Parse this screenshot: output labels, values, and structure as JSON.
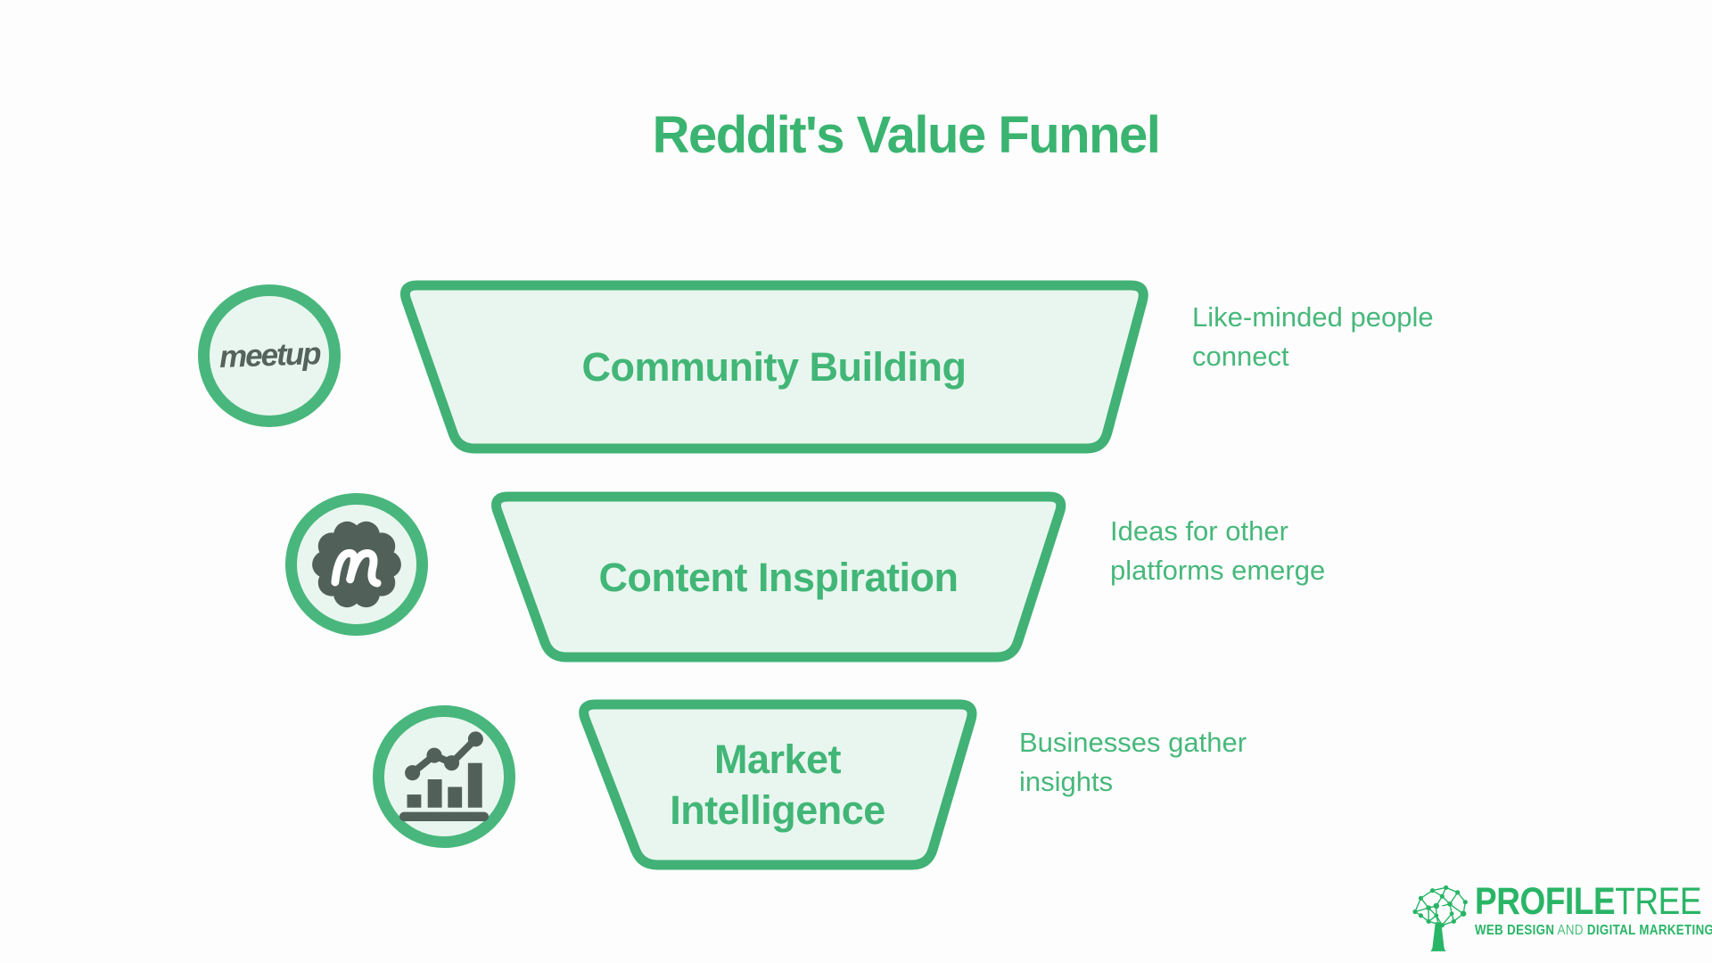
{
  "title": "Reddit's Value Funnel",
  "stages": [
    {
      "label_lines": [
        "Community Building",
        ""
      ],
      "note_lines": [
        "Like-minded people",
        "connect"
      ],
      "icon": "meetup-wordmark-icon",
      "icon_text": "meetup"
    },
    {
      "label_lines": [
        "Content Inspiration",
        ""
      ],
      "note_lines": [
        "Ideas for other",
        "platforms emerge"
      ],
      "icon": "meetup-m-cloud-icon"
    },
    {
      "label_lines": [
        "Market",
        "Intelligence"
      ],
      "note_lines": [
        "Businesses gather",
        "insights"
      ],
      "icon": "bar-chart-icon"
    }
  ],
  "logo": {
    "brand_bold": "PROFILE",
    "brand_light": "TREE",
    "tagline_bold1": "WEB DESIGN",
    "tagline_light": " AND ",
    "tagline_bold2": "DIGITAL MARKETING"
  },
  "colors": {
    "accent_green": "#3ab470",
    "label_green": "#42b677",
    "funnel_border": "#41b175",
    "funnel_fill": "#e9f6ef",
    "circle_border": "#49b77d",
    "icon_slate": "#51615a",
    "logo_green": "#29b566",
    "background": "#fdfdfd"
  }
}
